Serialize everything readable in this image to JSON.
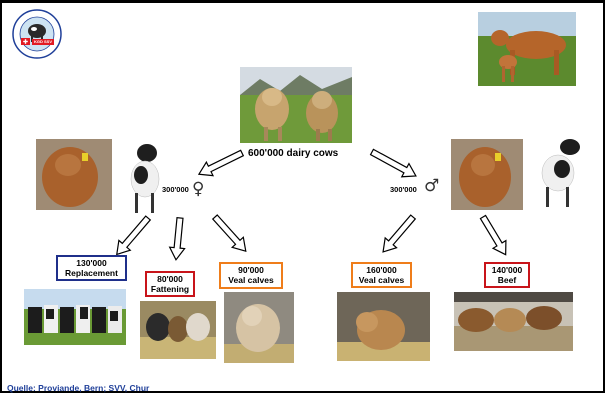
{
  "logo": {
    "ring_text": "Schweizer Kälberzüchterverband",
    "abbr": "KGD SSV"
  },
  "center": {
    "count_label": "600'000 dairy cows"
  },
  "left_branch": {
    "count": "300'000",
    "symbol": "♀"
  },
  "right_branch": {
    "count": "300'000",
    "symbol": "♂"
  },
  "boxes": [
    {
      "id": "replacement",
      "value": "130'000",
      "label": "Replacement",
      "color": "#1f2f8a"
    },
    {
      "id": "fattening",
      "value": "80'000",
      "label": "Fattening",
      "color": "#c8141a"
    },
    {
      "id": "veal-left",
      "value": "90'000",
      "label": "Veal calves",
      "color": "#ef7d1a"
    },
    {
      "id": "veal-right",
      "value": "160'000",
      "label": "Veal calves",
      "color": "#ef7d1a"
    },
    {
      "id": "beef",
      "value": "140'000",
      "label": "Beef",
      "color": "#c8141a"
    }
  ],
  "source": "Quelle: Proviande, Bern; SVV, Chur"
}
